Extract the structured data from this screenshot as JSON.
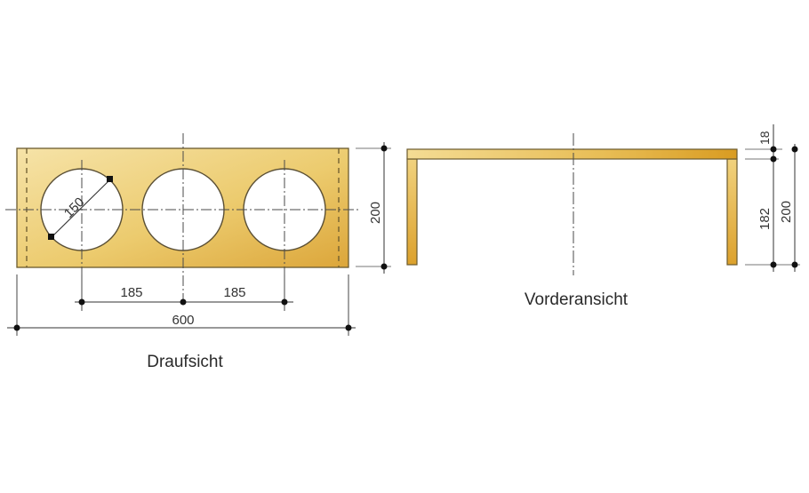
{
  "top_view": {
    "caption": "Draufsicht",
    "dim_hole_diameter": "150",
    "dim_spacing_left": "185",
    "dim_spacing_right": "185",
    "dim_total_width": "600",
    "dim_depth": "200"
  },
  "front_view": {
    "caption": "Vorderansicht",
    "dim_board_thickness": "18",
    "dim_leg_height": "182",
    "dim_total_height": "200"
  },
  "colors": {
    "wood_light": "#f3dc9a",
    "wood_mid": "#e9c463",
    "wood_dark": "#d9a22c",
    "outline": "#6b5a2e",
    "dim_line": "#333333"
  }
}
